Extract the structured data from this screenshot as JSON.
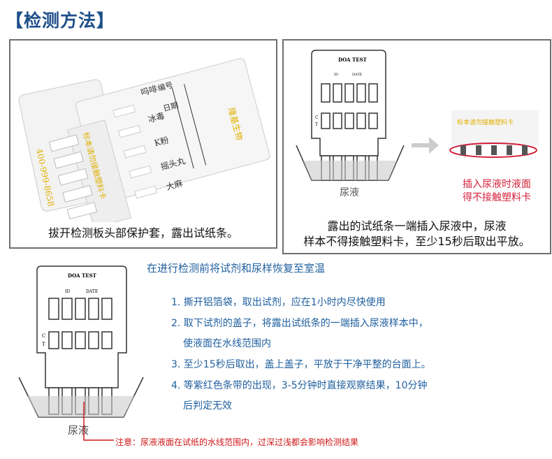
{
  "title": "【检测方法】",
  "panel1": {
    "caption": "拔开检测板头部保护套，露出试纸条。",
    "card_brand": "隆基生物",
    "card_warning": "标本请勿接触塑料卡",
    "card_phone": "400-999-8658",
    "card_labels": [
      "编号",
      "日期",
      "吗啡",
      "冰毒",
      "K粉",
      "摇头丸",
      "大麻"
    ]
  },
  "panel2": {
    "card_title": "DOA TEST",
    "id_label": "ID",
    "date_label": "DATE",
    "c_label": "C",
    "t_label": "T",
    "cup_label": "尿液",
    "strip_warning": "标本请勿接触塑料卡",
    "red_note_1": "插入尿液时液面",
    "red_note_2": "得不接触塑料卡",
    "caption_1": "露出的试纸条一端插入尿液中，尿液",
    "caption_2": "样本不得接触塑料卡，至少15秒后取出平放。"
  },
  "panel3": {
    "card_title": "DOA TEST",
    "id_label": "ID",
    "date_label": "DATE",
    "c_label": "C",
    "t_label": "T",
    "cup_label": "尿液"
  },
  "instructions": {
    "intro": "在进行检测前将试剂和尿样恢复至室温",
    "steps": [
      "1. 撕开铝箔袋，取出试剂，应在1小时内尽快使用",
      "2. 取下试剂的盖子，将露出试纸条的一端插入尿液样本中，",
      "使液面在水线范围内",
      "3. 至少15秒后取出，盖上盖子，平放于干净平整的台面上。",
      "4. 等紫红色条带的出现，3-5分钟时直接观察结果，10分钟",
      "后判定无效"
    ],
    "note": "注意：尿液液面在试纸的水线范围内，过深过浅都会影响检测结果"
  },
  "colors": {
    "title": "#1f4f8a",
    "instructions": "#1f5f9e",
    "warning": "#d01818",
    "card_text": "#e0b000"
  }
}
